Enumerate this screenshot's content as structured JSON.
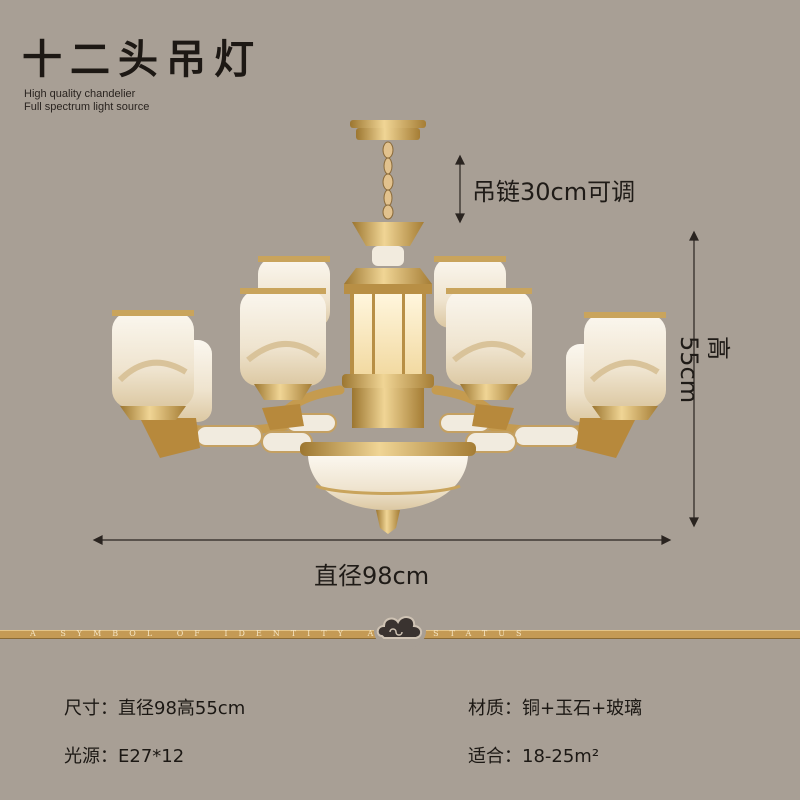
{
  "header": {
    "title": "十二头吊灯",
    "subtitle_line1": "High quality chandelier",
    "subtitle_line2": "Full spectrum light source"
  },
  "dimensions": {
    "chain": "吊链30cm可调",
    "height": "高55cm",
    "diameter": "直径98cm"
  },
  "band": {
    "text": "A SYMBOL OF IDENTITY AND STATUS"
  },
  "specs": {
    "size": "尺寸：直径98高55cm",
    "material": "材质：铜+玉石+玻璃",
    "light": "光源：E27*12",
    "area": "适合：18-25m²"
  },
  "colors": {
    "background": "#a89f95",
    "brass": "#c9a45c",
    "porcelain": "#f3ede2"
  },
  "icons": [
    "chandelier-illustration",
    "cloud-emblem-icon"
  ]
}
